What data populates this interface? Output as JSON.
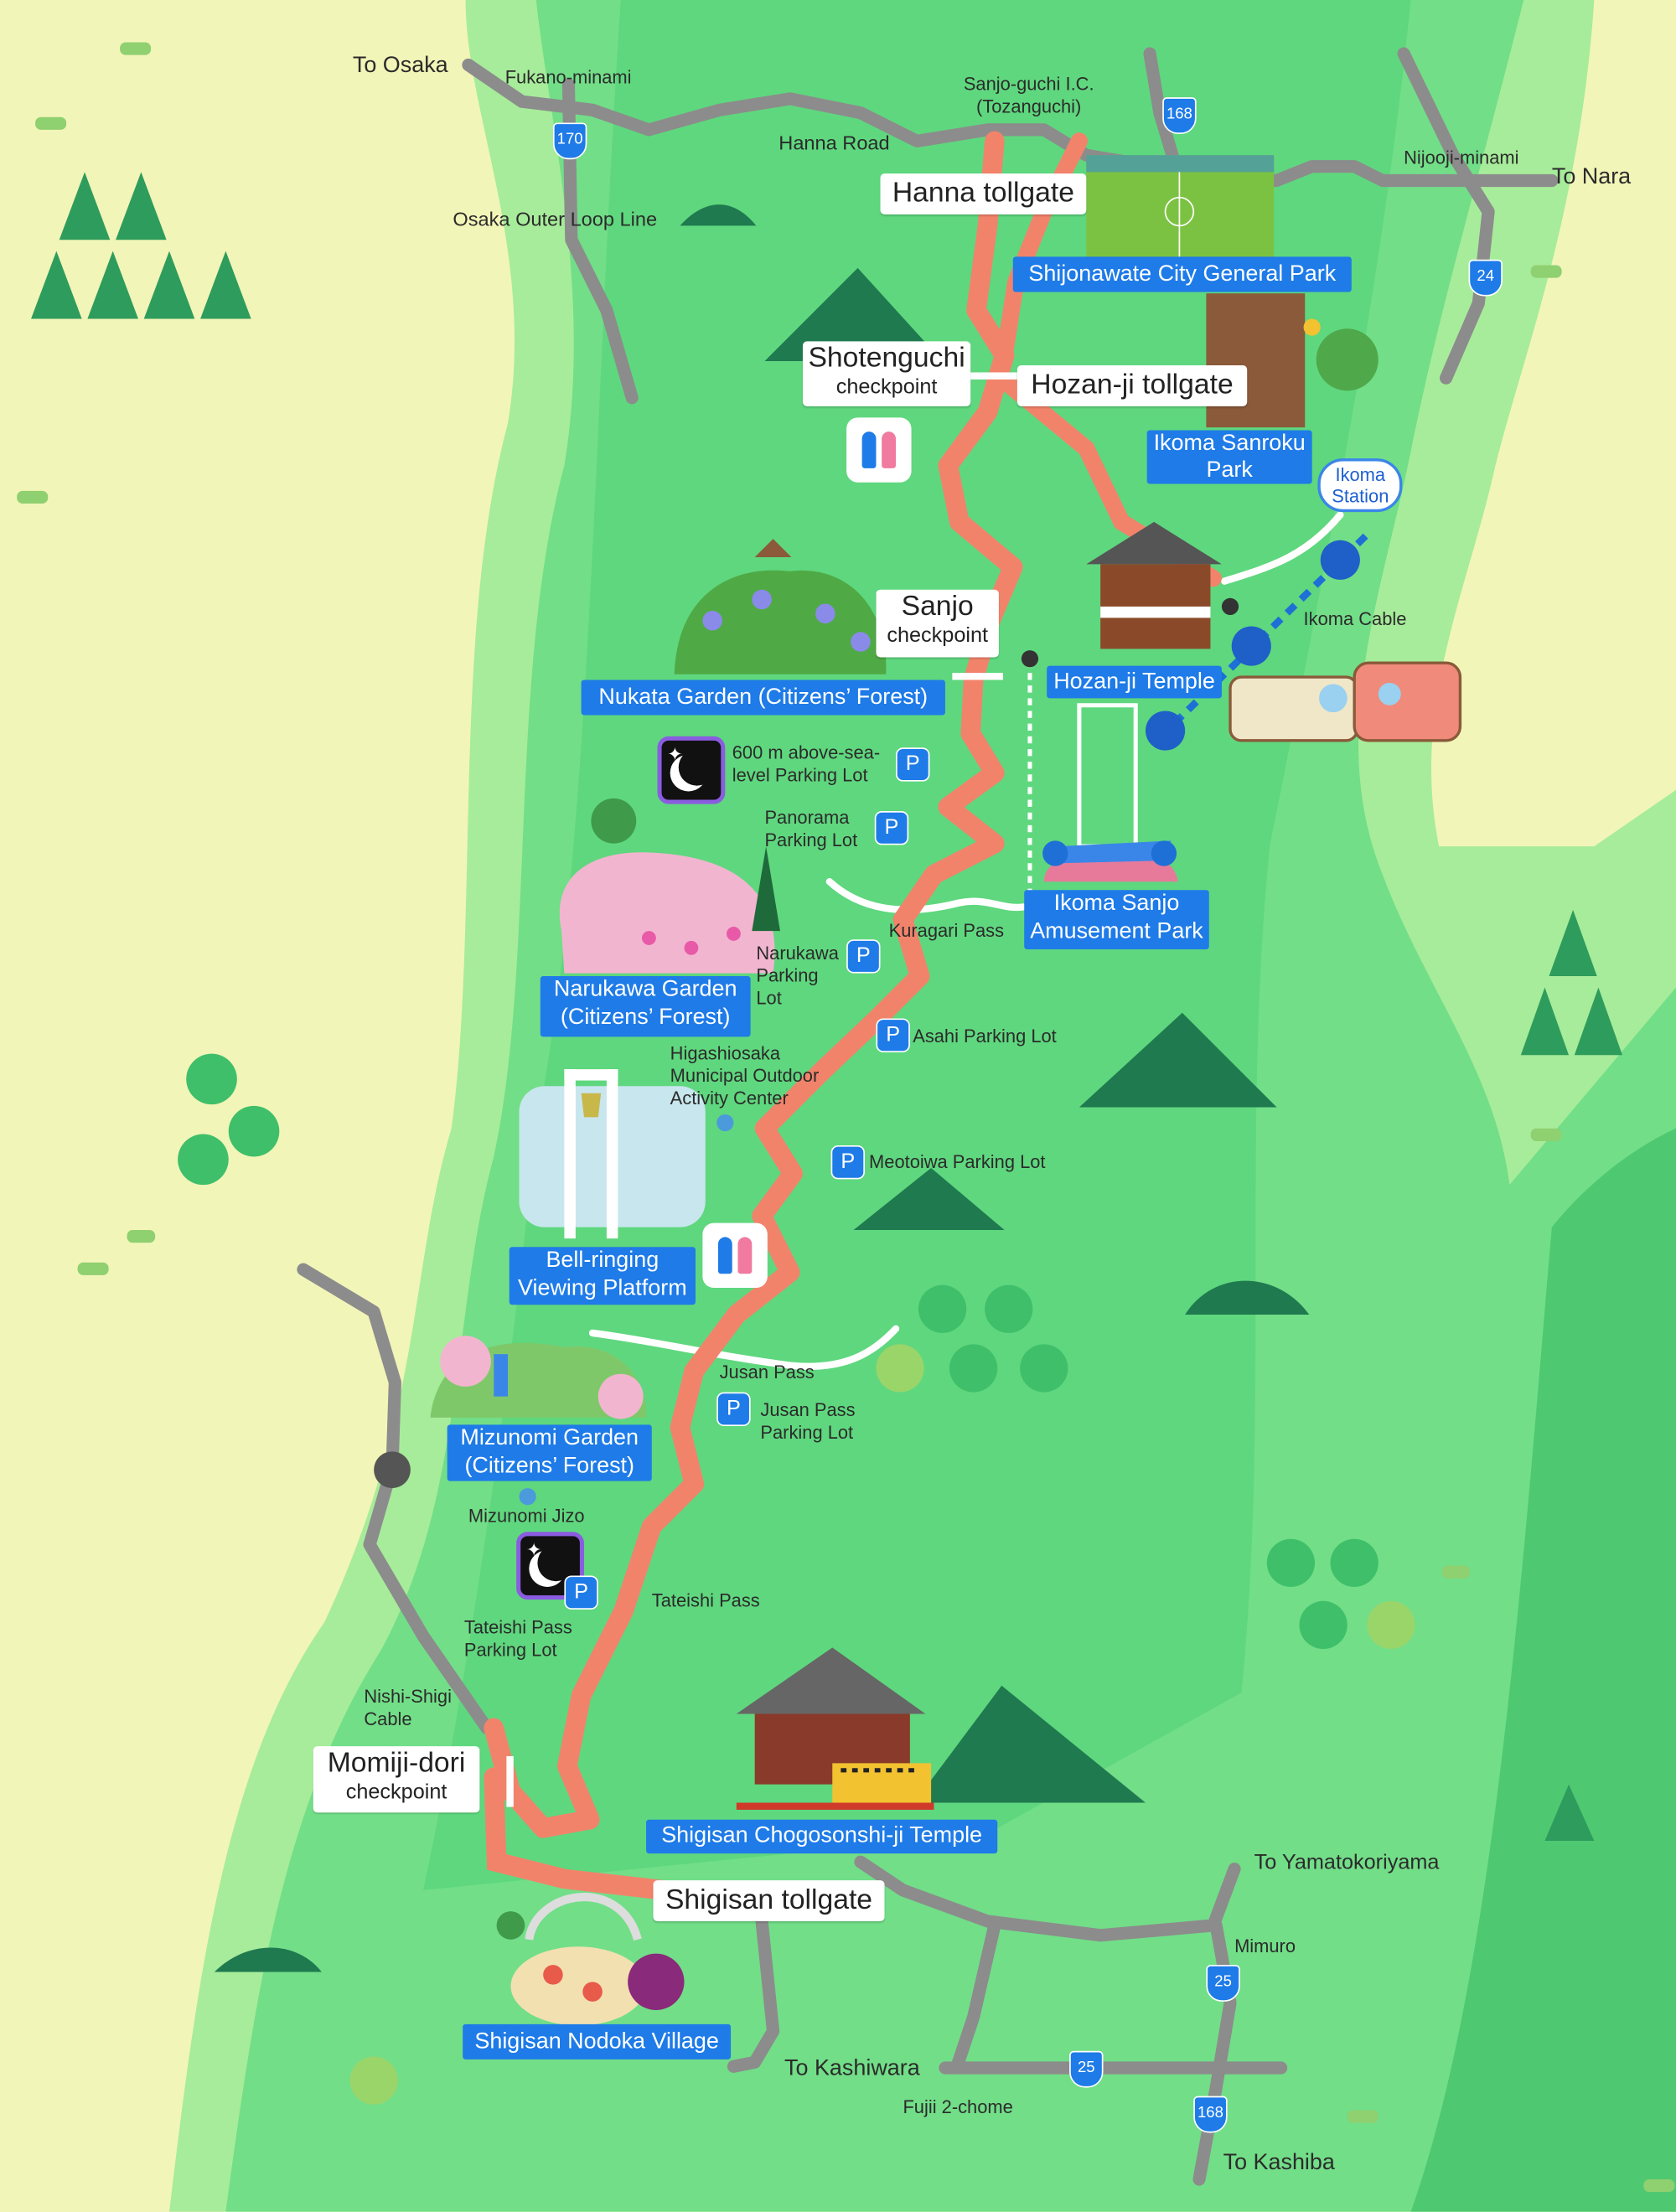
{
  "colors": {
    "driveway": "#f2836b",
    "road": "#8c8c8c",
    "label_blue": "#1e7be8",
    "forest": "#5fd77e",
    "mountain": "#1f7a4f",
    "background": "#f2f5b8"
  },
  "checkpoints": {
    "hanna_tollgate": "Hanna tollgate",
    "shotenguchi": {
      "title": "Shotenguchi",
      "sub": "checkpoint"
    },
    "hozanji_tollgate": "Hozan-ji tollgate",
    "sanjo": {
      "title": "Sanjo",
      "sub": "checkpoint"
    },
    "momiji_dori": {
      "title": "Momiji-dori",
      "sub": "checkpoint"
    },
    "shigisan_tollgate": "Shigisan tollgate"
  },
  "attractions": {
    "shijonawate": "Shijonawate City General Park",
    "ikoma_sanroku": [
      "Ikoma Sanroku",
      "Park"
    ],
    "hozanji": "Hozan-ji Temple",
    "nukata": "Nukata Garden (Citizens’ Forest)",
    "ikoma_sanjo": [
      "Ikoma Sanjo",
      "Amusement Park"
    ],
    "narukawa": [
      "Narukawa Garden",
      "(Citizens’ Forest)"
    ],
    "bell": [
      "Bell-ringing",
      "Viewing Platform"
    ],
    "mizunomi": [
      "Mizunomi Garden",
      "(Citizens’ Forest)"
    ],
    "chogosonshiji": "Shigisan Chogosonshi-ji Temple",
    "nodoka": "Shigisan Nodoka Village"
  },
  "ikoma_station": [
    "Ikoma",
    "Station"
  ],
  "places": {
    "to_osaka": "To Osaka",
    "fukano": "Fukano-minami",
    "sanjoguchi": [
      "Sanjo-guchi I.C.",
      "(Tozanguchi)"
    ],
    "hanna_road": "Hanna Road",
    "outer_loop": "Osaka Outer Loop Line",
    "nijooji": "Nijooji-minami",
    "to_nara": "To Nara",
    "ikoma_cable": "Ikoma Cable",
    "kuragari": "Kuragari Pass",
    "higashiosaka": [
      "Higashiosaka",
      "Municipal Outdoor",
      "Activity Center"
    ],
    "jusan": "Jusan Pass",
    "mizunomi_jizo": "Mizunomi Jizo",
    "tateishi": "Tateishi Pass",
    "nishi_shigi": [
      "Nishi-Shigi",
      "Cable"
    ],
    "to_yamatokoriyama": "To Yamatokoriyama",
    "mimuro": "Mimuro",
    "to_kashiwara": "To Kashiwara",
    "fujii": "Fujii 2-chome",
    "to_kashiba": "To Kashiba"
  },
  "parking": {
    "icon": "P",
    "p600": [
      "600 m above-sea-",
      "level Parking Lot"
    ],
    "panorama": [
      "Panorama",
      "Parking Lot"
    ],
    "narukawa": [
      "Narukawa",
      "Parking",
      "Lot"
    ],
    "asahi": "Asahi Parking Lot",
    "meotoiwa": "Meotoiwa Parking Lot",
    "jusan": [
      "Jusan Pass",
      "Parking Lot"
    ],
    "tateishi": [
      "Tateishi Pass",
      "Parking Lot"
    ]
  },
  "routes": [
    "170",
    "168",
    "24",
    "25",
    "25",
    "168"
  ]
}
